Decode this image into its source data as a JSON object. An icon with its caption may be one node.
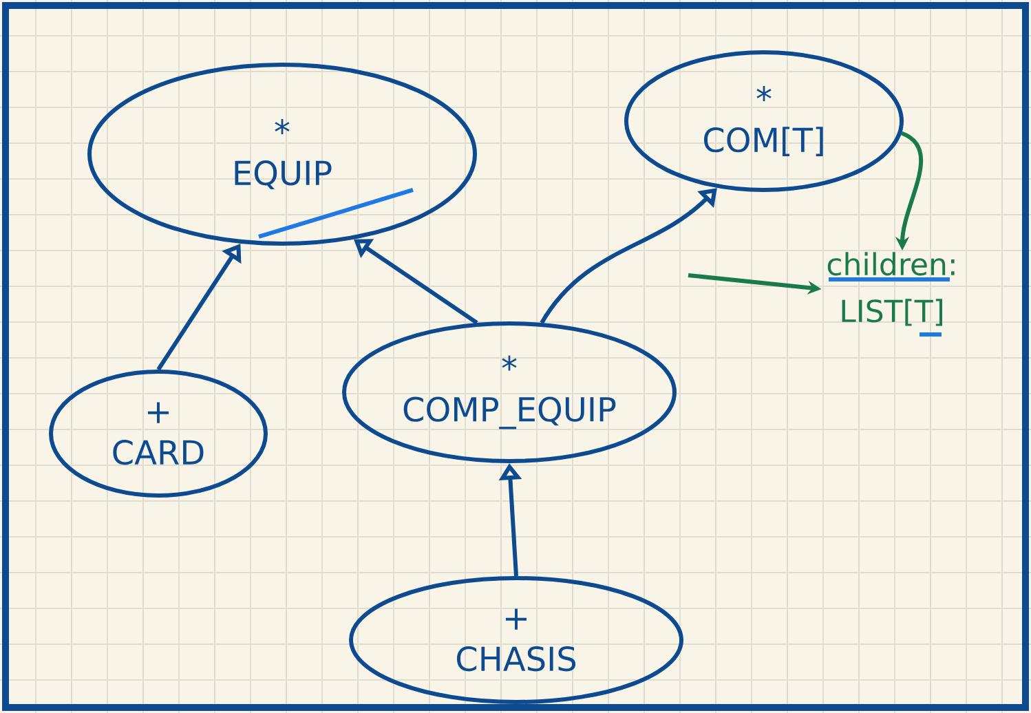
{
  "diagram": {
    "nodes": [
      {
        "text": [
          "*",
          "EQUIP"
        ]
      },
      {
        "text": [
          "*",
          "COM[T]"
        ]
      },
      {
        "text": [
          "children: LIST[T]"
        ]
      },
      {
        "text": [
          "+",
          "CARD"
        ]
      },
      {
        "text": [
          "*",
          "COMP_EQUIP"
        ]
      },
      {
        "text": [
          "+",
          "CHASIS"
        ]
      }
    ],
    "edges": [
      {
        "from": 3,
        "to": 0,
        "arrow": "to"
      },
      {
        "from": 4,
        "to": 0,
        "arrow": "to"
      },
      {
        "from": 4,
        "to": 1,
        "arrow": "to"
      },
      {
        "from": 5,
        "to": 4,
        "arrow": "to"
      },
      {
        "from": 1,
        "to": 2,
        "arrow": "to",
        "color": "#1a7a4a"
      },
      {
        "from": null,
        "to": 2,
        "arrow": "to",
        "color": "#1a7a4a"
      }
    ]
  }
}
